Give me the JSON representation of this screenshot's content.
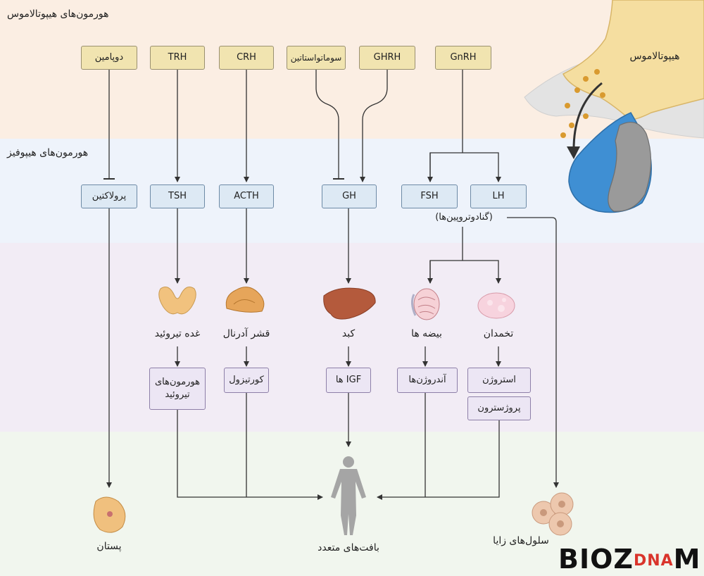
{
  "sections": {
    "hypothalamic_hormones": "هورمون‌های هیپوتالاموس",
    "pituitary_hormones": "هورمون‌های هیپوفیز"
  },
  "hypothalamic": {
    "dopamine": "دوپامین",
    "trh": "TRH",
    "crh": "CRH",
    "somatostatin": "سوماتواستاتین",
    "ghrh": "GHRH",
    "gnrh": "GnRH"
  },
  "pituitary": {
    "prolactin": "پرولاکتین",
    "tsh": "TSH",
    "acth": "ACTH",
    "gh": "GH",
    "fsh": "FSH",
    "lh": "LH",
    "gonadotropins": "(گنادوتروپین‌ها)"
  },
  "organs": {
    "thyroid": "غده تیروئید",
    "adrenal_cortex": "قشر آدرنال",
    "liver": "کبد",
    "testes": "بیضه ها",
    "ovary": "تخمدان"
  },
  "products": {
    "thyroid_hormones": "هورمون‌های تیروئید",
    "cortisol": "کورتیزول",
    "igf": "IGF ها",
    "androgens": "آندروژن‌ها",
    "estrogen": "استروژن",
    "progesterone": "پروژسترون"
  },
  "targets": {
    "breast": "پستان",
    "multiple_tissues": "بافت‌های متعدد",
    "germ_cells": "سلول‌های زایا"
  },
  "illustration": {
    "hypothalamus": "هیپوتالاموس"
  },
  "logo": {
    "part1": "BIOZ",
    "part2": "DNA",
    "part3": "M"
  },
  "colors": {
    "hypothalamic_band": "#fbeee3",
    "pituitary_band": "#eef3fb",
    "target_band": "#f2ecf5",
    "tissue_band": "#f1f6ee",
    "hypothalamic_box": "#f1e4b0",
    "pituitary_box": "#dde9f4",
    "target_box": "#ece6f4"
  }
}
